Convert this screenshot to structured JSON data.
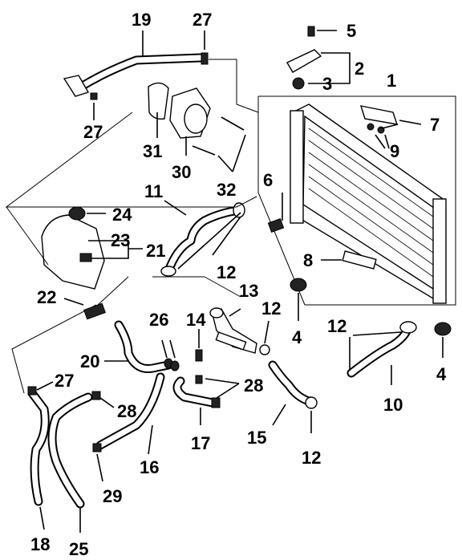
{
  "diagram": {
    "callouts": [
      {
        "id": "c1",
        "text": "1"
      },
      {
        "id": "c2",
        "text": "2"
      },
      {
        "id": "c3",
        "text": "3"
      },
      {
        "id": "c4a",
        "text": "4"
      },
      {
        "id": "c4b",
        "text": "4"
      },
      {
        "id": "c5",
        "text": "5"
      },
      {
        "id": "c6",
        "text": "6"
      },
      {
        "id": "c7",
        "text": "7"
      },
      {
        "id": "c8",
        "text": "8"
      },
      {
        "id": "c9",
        "text": "9"
      },
      {
        "id": "c10",
        "text": "10"
      },
      {
        "id": "c11",
        "text": "11"
      },
      {
        "id": "c12a",
        "text": "12"
      },
      {
        "id": "c12b",
        "text": "12"
      },
      {
        "id": "c12c",
        "text": "12"
      },
      {
        "id": "c12d",
        "text": "12"
      },
      {
        "id": "c13",
        "text": "13"
      },
      {
        "id": "c14",
        "text": "14"
      },
      {
        "id": "c15",
        "text": "15"
      },
      {
        "id": "c16",
        "text": "16"
      },
      {
        "id": "c17",
        "text": "17"
      },
      {
        "id": "c18",
        "text": "18"
      },
      {
        "id": "c19",
        "text": "19"
      },
      {
        "id": "c20",
        "text": "20"
      },
      {
        "id": "c21",
        "text": "21"
      },
      {
        "id": "c22",
        "text": "22"
      },
      {
        "id": "c23",
        "text": "23"
      },
      {
        "id": "c24",
        "text": "24"
      },
      {
        "id": "c25",
        "text": "25"
      },
      {
        "id": "c26",
        "text": "26"
      },
      {
        "id": "c27a",
        "text": "27"
      },
      {
        "id": "c27b",
        "text": "27"
      },
      {
        "id": "c27c",
        "text": "27"
      },
      {
        "id": "c28a",
        "text": "28"
      },
      {
        "id": "c28b",
        "text": "28"
      },
      {
        "id": "c29",
        "text": "29"
      },
      {
        "id": "c30",
        "text": "30"
      },
      {
        "id": "c31",
        "text": "31"
      },
      {
        "id": "c32",
        "text": "32"
      }
    ]
  }
}
